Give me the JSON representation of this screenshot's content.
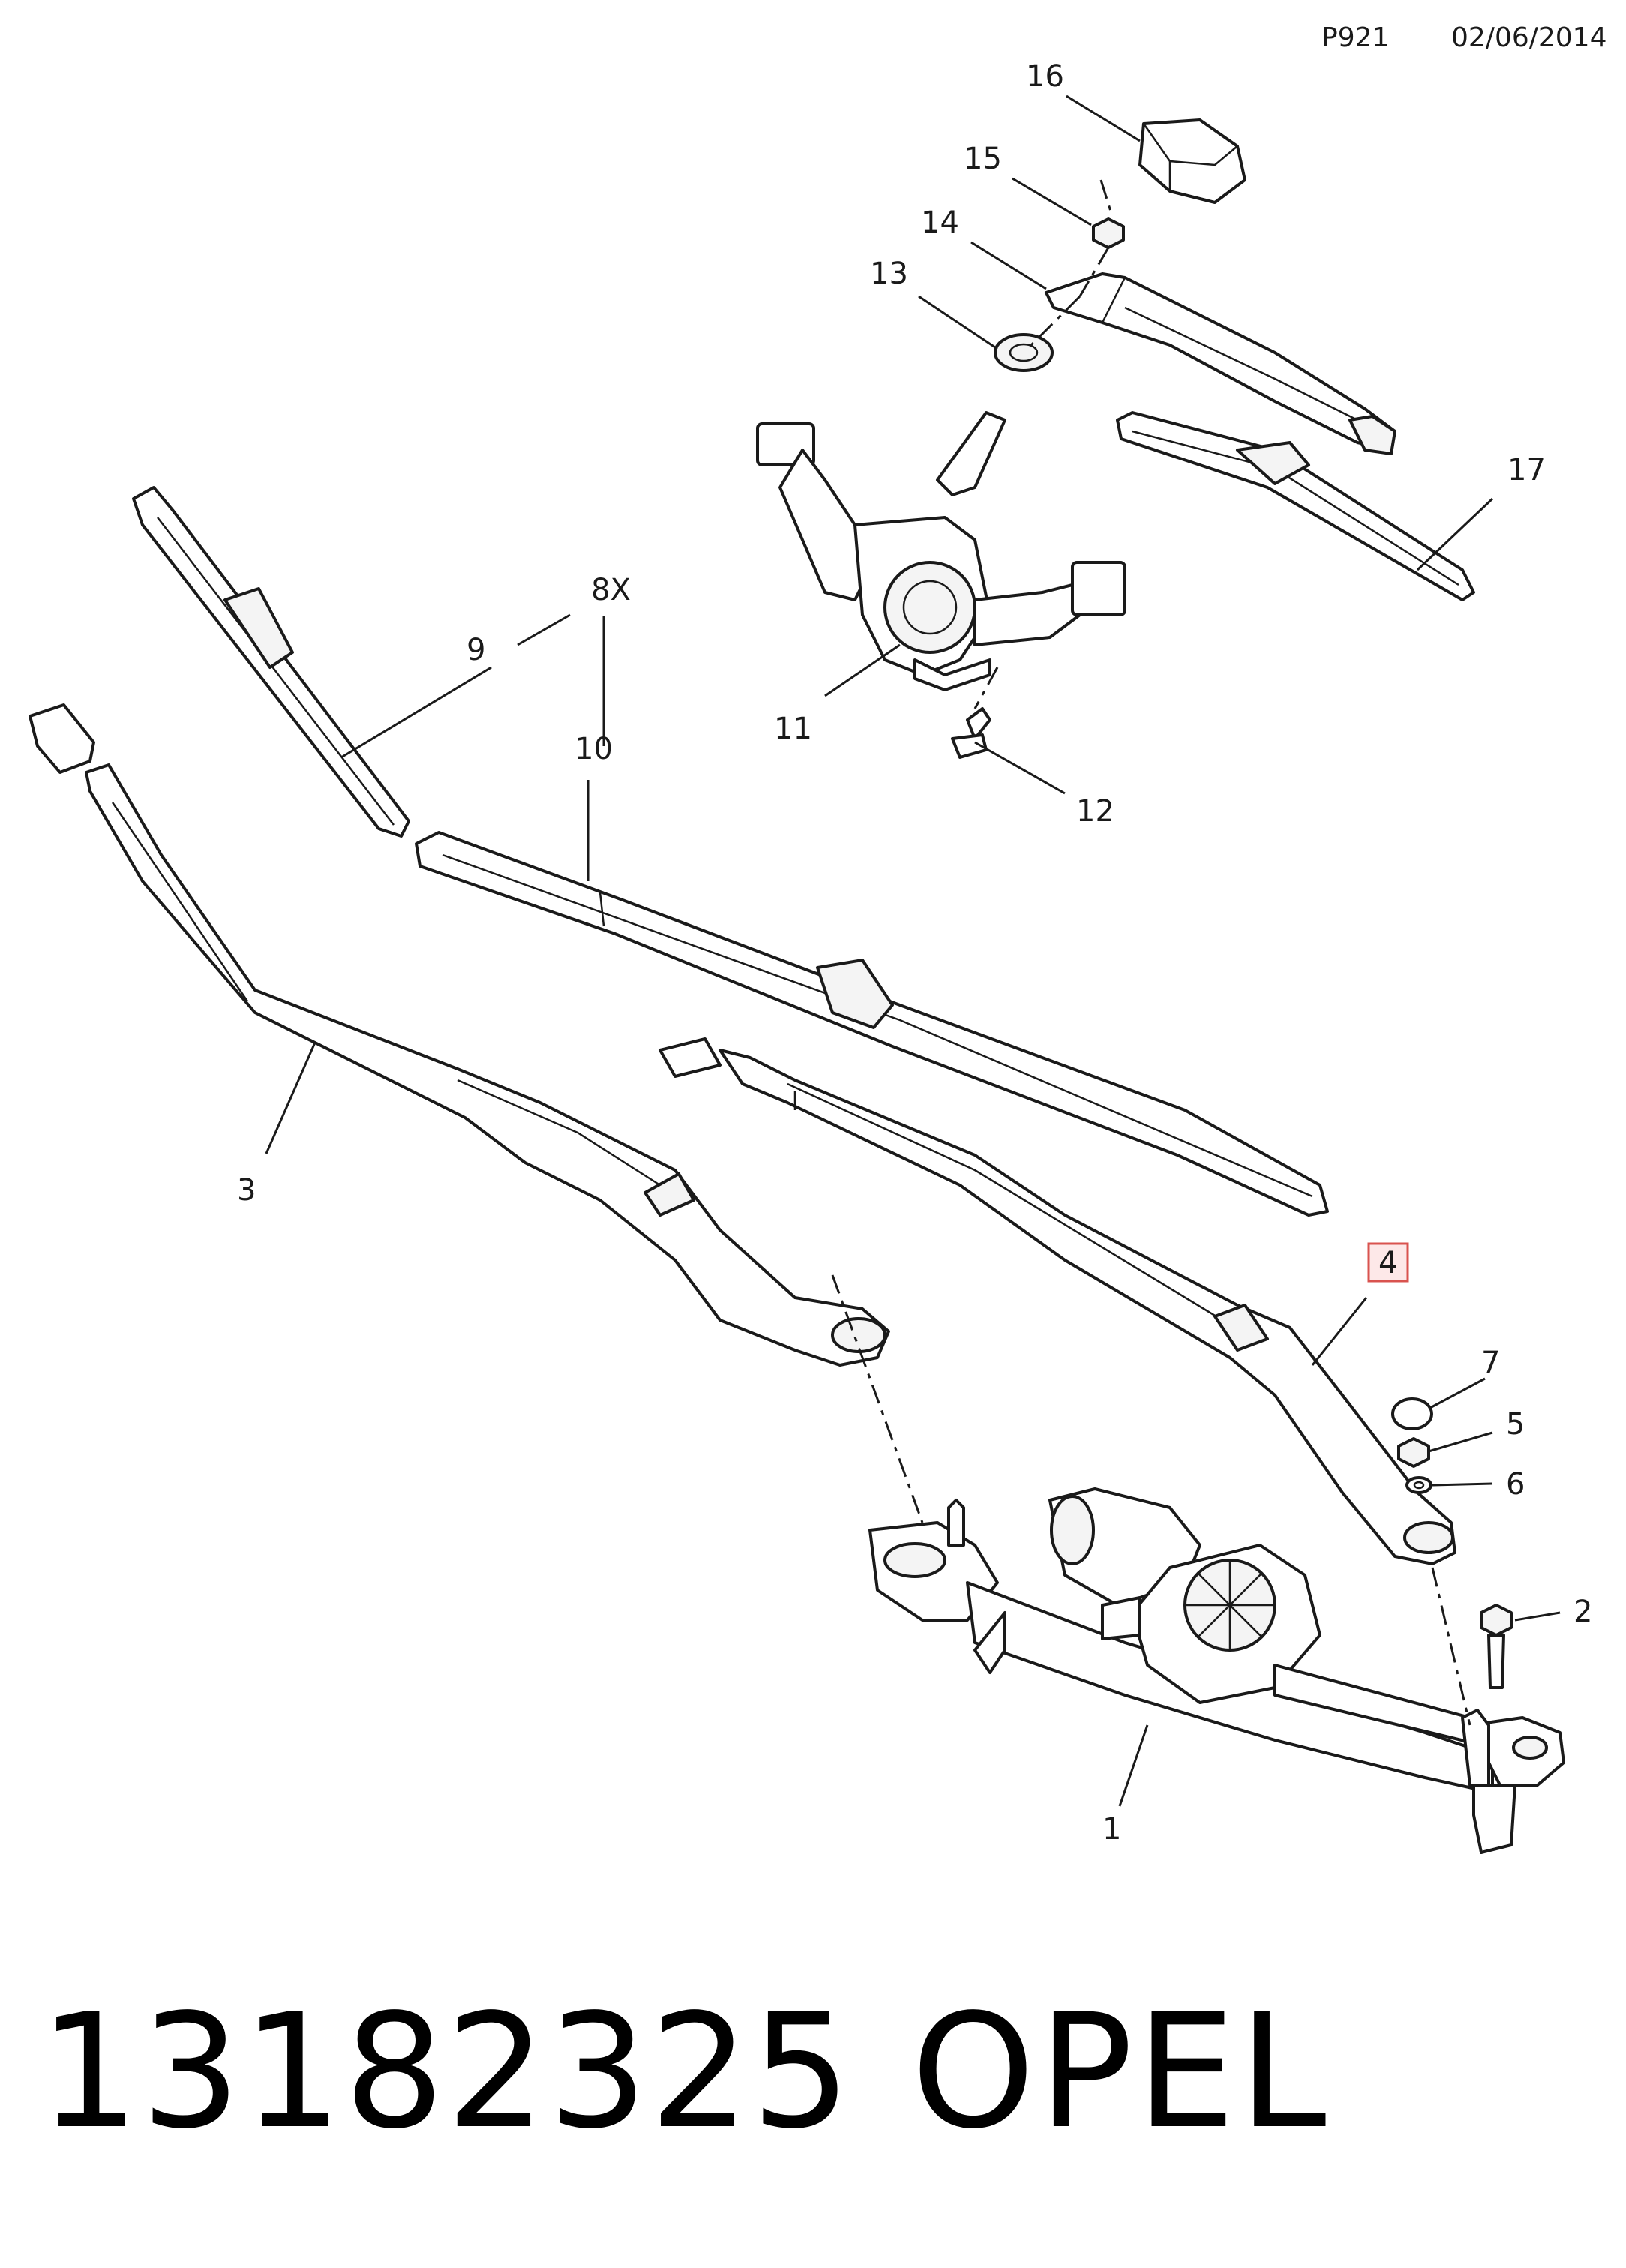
{
  "header": {
    "code": "P921",
    "date": "02/06/2014"
  },
  "callouts": {
    "c1": "1",
    "c2": "2",
    "c3": "3",
    "c4": "4",
    "c5": "5",
    "c6": "6",
    "c7": "7",
    "c8x": "8X",
    "c9": "9",
    "c10": "10",
    "c11": "11",
    "c12": "12",
    "c13": "13",
    "c14": "14",
    "c15": "15",
    "c16": "16",
    "c17": "17"
  },
  "highlighted_callout": "4",
  "footer": {
    "part_number": "13182325",
    "brand": "OPEL"
  },
  "colors": {
    "line": "#1a1a1a",
    "highlight_border": "#d9534f",
    "highlight_fill": "#fde8e8"
  }
}
